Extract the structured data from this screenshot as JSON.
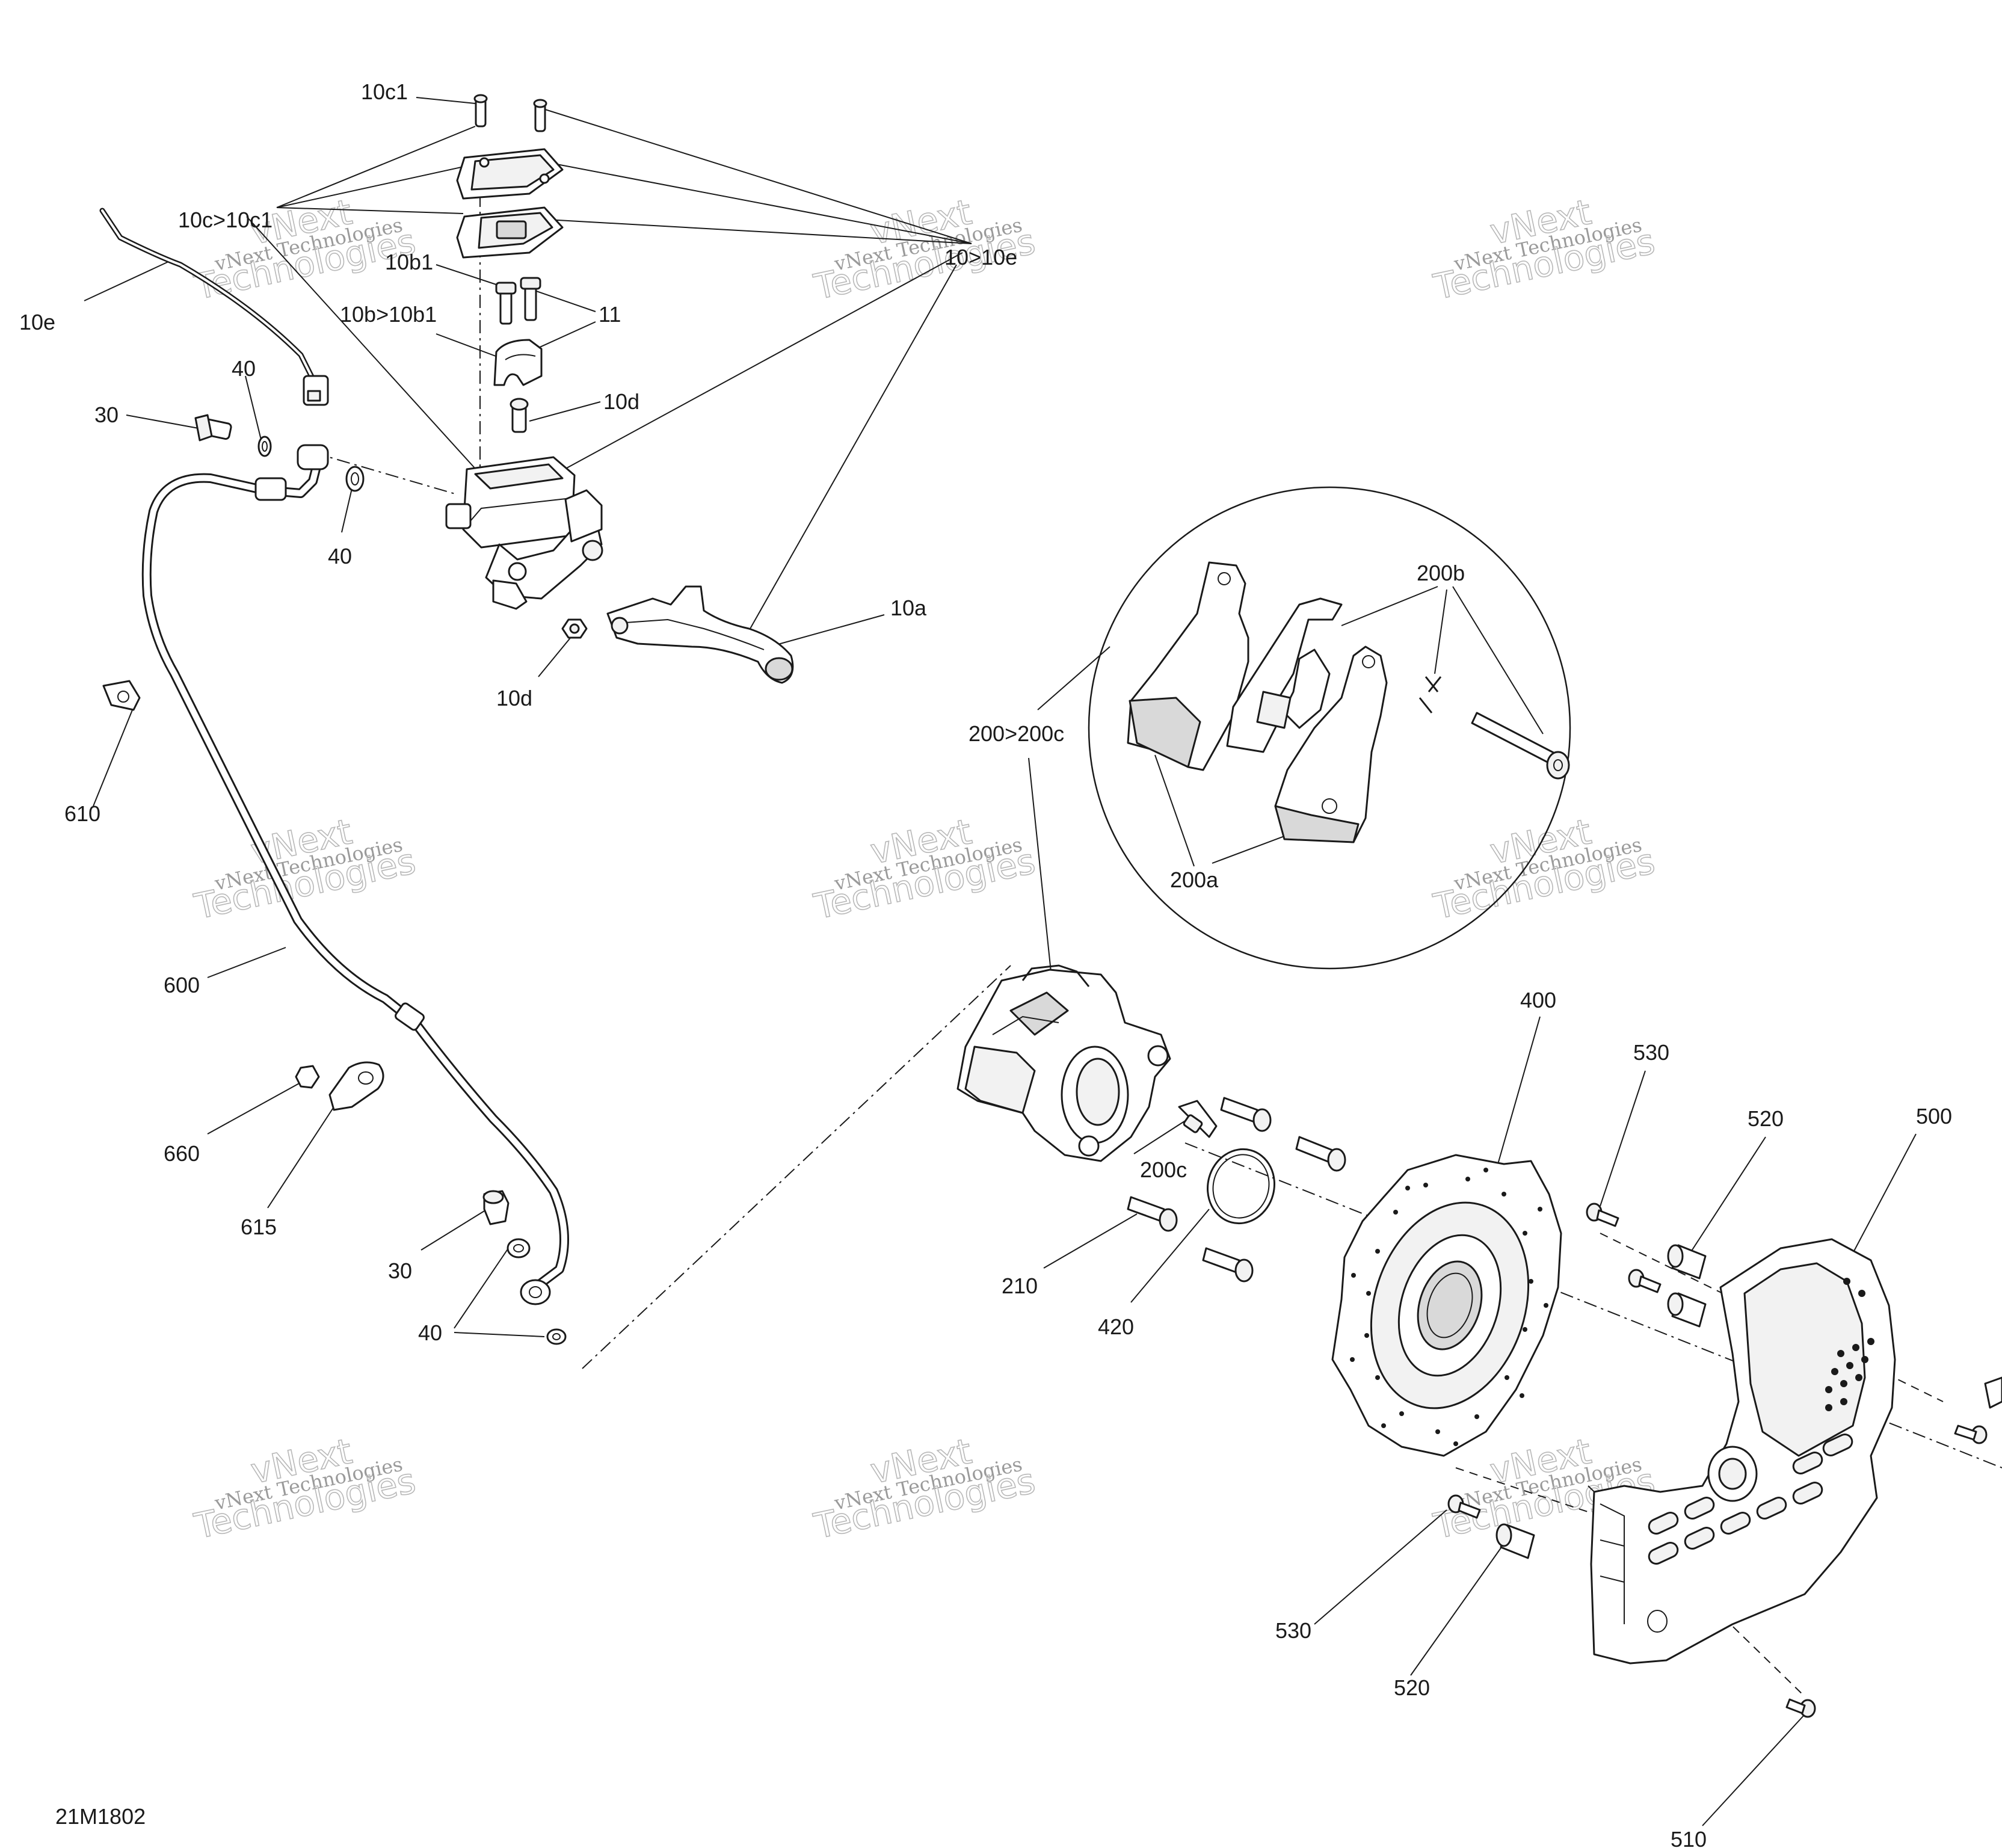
{
  "figure_id": "21M1802",
  "watermark": {
    "line1": "vNext Technologies",
    "line2": "vNext\nTechnologies"
  },
  "callouts": [
    {
      "id": "c-10c1",
      "text": "10c1"
    },
    {
      "id": "c-10c-10c1",
      "text": "10c>10c1"
    },
    {
      "id": "c-10e",
      "text": "10e"
    },
    {
      "id": "c-10b1",
      "text": "10b1"
    },
    {
      "id": "c-10b-10b1",
      "text": "10b>10b1"
    },
    {
      "id": "c-11",
      "text": "11"
    },
    {
      "id": "c-10-10e",
      "text": "10>10e"
    },
    {
      "id": "c-40-top",
      "text": "40"
    },
    {
      "id": "c-30-top",
      "text": "30"
    },
    {
      "id": "c-10d-top",
      "text": "10d"
    },
    {
      "id": "c-40-mid",
      "text": "40"
    },
    {
      "id": "c-10a",
      "text": "10a"
    },
    {
      "id": "c-10d-bottom",
      "text": "10d"
    },
    {
      "id": "c-200b",
      "text": "200b"
    },
    {
      "id": "c-200-200c",
      "text": "200>200c"
    },
    {
      "id": "c-610",
      "text": "610"
    },
    {
      "id": "c-200a",
      "text": "200a"
    },
    {
      "id": "c-600",
      "text": "600"
    },
    {
      "id": "c-400",
      "text": "400"
    },
    {
      "id": "c-530-top",
      "text": "530"
    },
    {
      "id": "c-520-top",
      "text": "520"
    },
    {
      "id": "c-500",
      "text": "500"
    },
    {
      "id": "c-660",
      "text": "660"
    },
    {
      "id": "c-200c",
      "text": "200c"
    },
    {
      "id": "c-615",
      "text": "615"
    },
    {
      "id": "c-30-bottom",
      "text": "30"
    },
    {
      "id": "c-210",
      "text": "210"
    },
    {
      "id": "c-420",
      "text": "420"
    },
    {
      "id": "c-40-bottom",
      "text": "40"
    },
    {
      "id": "c-530-bottom",
      "text": "530"
    },
    {
      "id": "c-520-bottom",
      "text": "520"
    },
    {
      "id": "c-510",
      "text": "510"
    }
  ]
}
